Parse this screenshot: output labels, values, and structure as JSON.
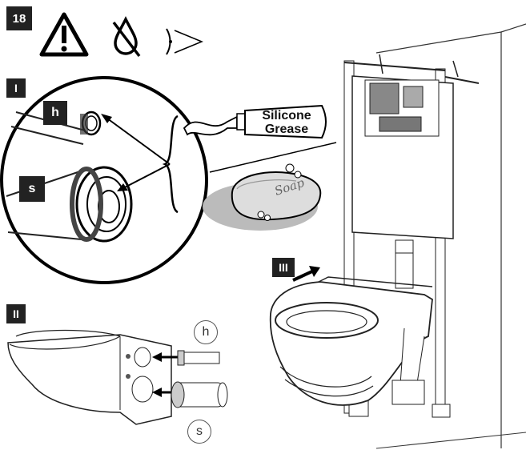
{
  "step": {
    "number": "18"
  },
  "icons": [
    "warning-triangle-icon",
    "no-water-icon",
    "visual-inspection-icon"
  ],
  "panels": {
    "one": {
      "label": "I",
      "h": "h",
      "s": "s"
    },
    "two": {
      "label": "II",
      "h": "h",
      "s": "s"
    },
    "three": {
      "label": "III"
    }
  },
  "grease": {
    "line1": "Silicone",
    "line2": "Grease"
  },
  "soap": {
    "text": "Soap"
  }
}
